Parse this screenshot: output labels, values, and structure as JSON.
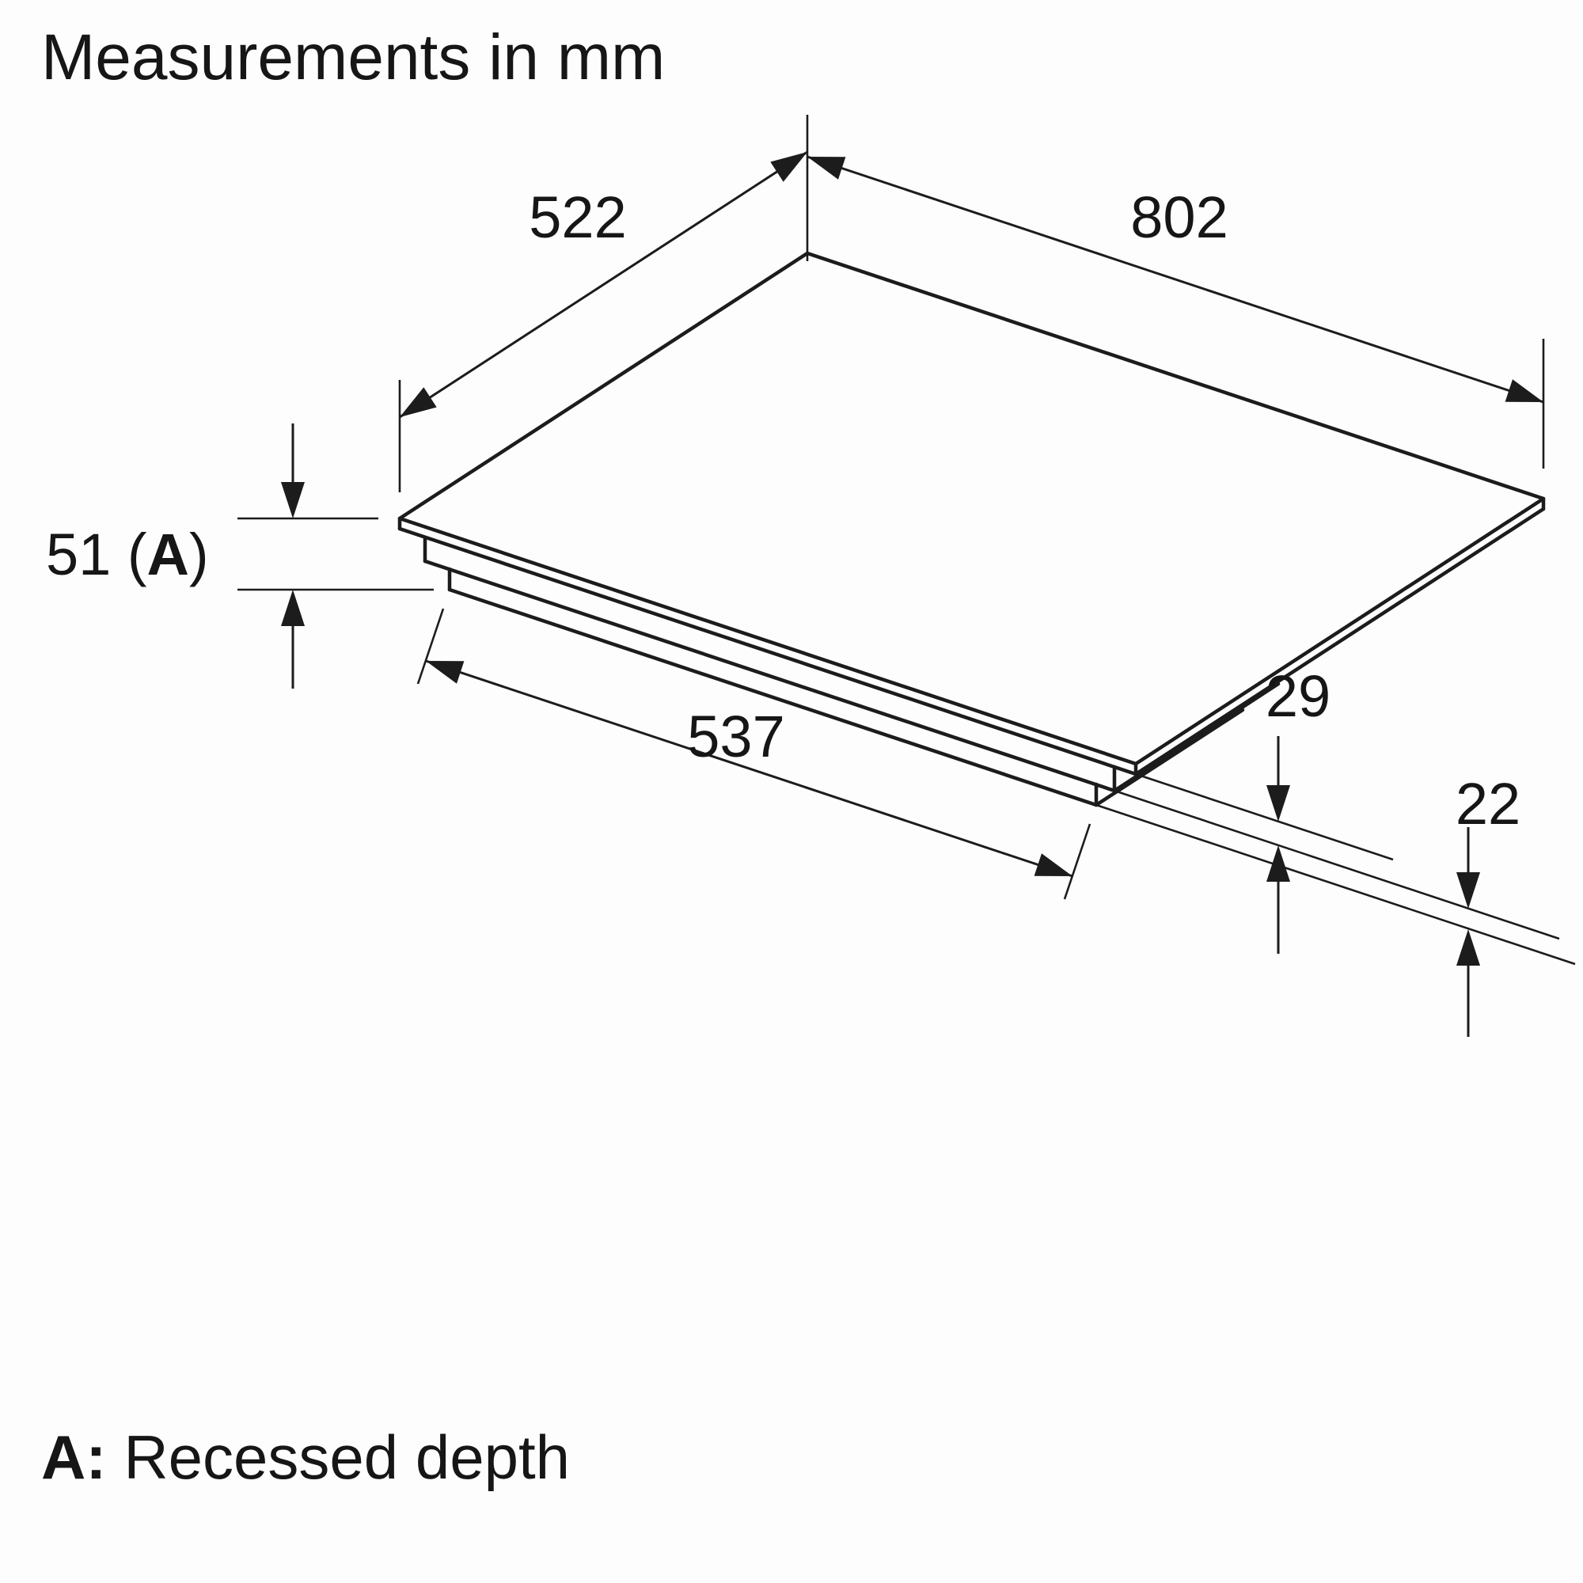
{
  "title": "Measurements in mm",
  "dims": {
    "depth_top": "522",
    "width_top": "802",
    "recess": {
      "prefix": "51 (",
      "letter": "A",
      "suffix": ")"
    },
    "base_depth": "537",
    "step1_height": "29",
    "step2_height": "22"
  },
  "footnote": {
    "label": "A:",
    "text": "Recessed depth"
  },
  "colors": {
    "line": "#1c1c1c",
    "background": "#fdfdfd",
    "text": "#161616"
  }
}
